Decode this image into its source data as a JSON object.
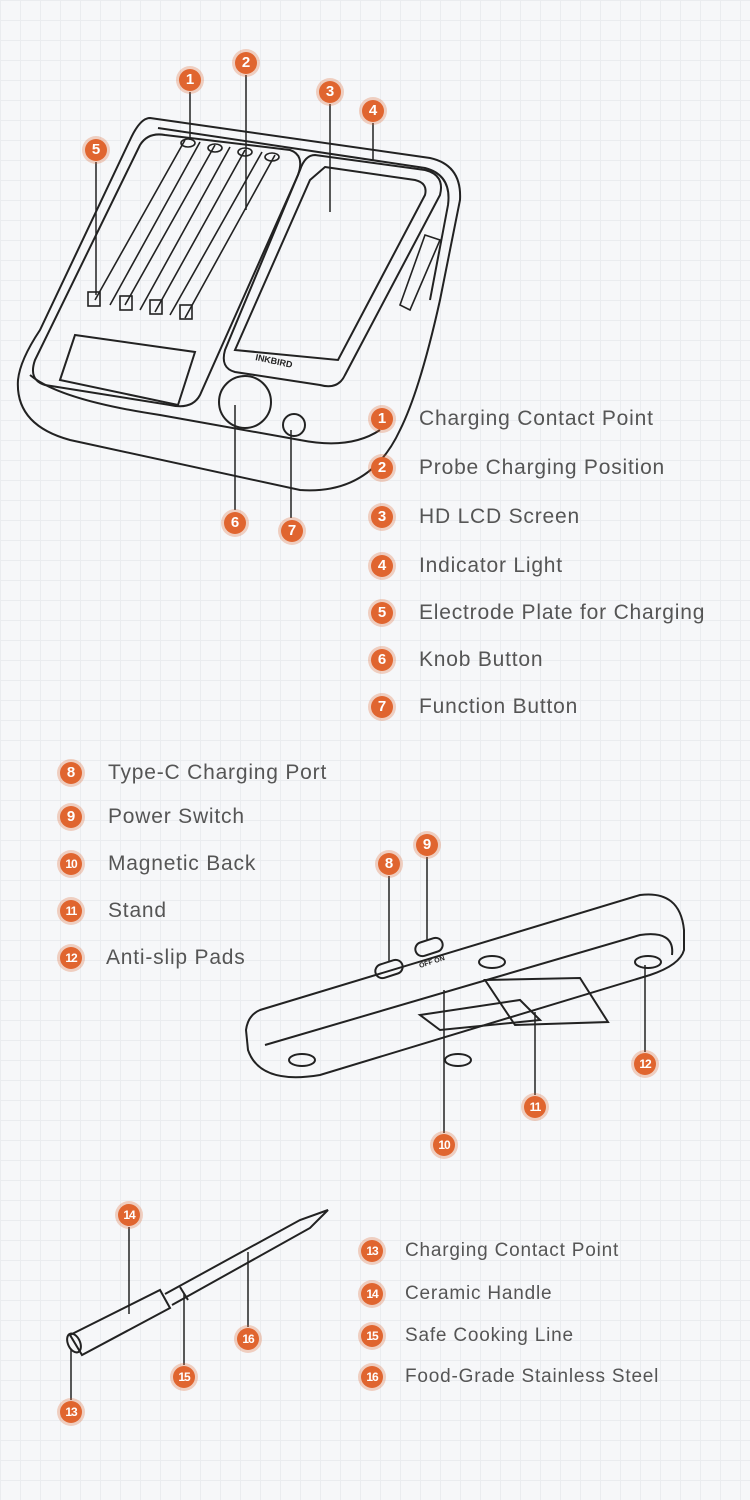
{
  "accent_color": "#e0652f",
  "brand_mark": "INKBIRD",
  "switch_marks": "OFF ON",
  "base_callouts": [
    {
      "num": "1",
      "label": "Charging Contact Point"
    },
    {
      "num": "2",
      "label": "Probe Charging Position"
    },
    {
      "num": "3",
      "label": "HD LCD Screen"
    },
    {
      "num": "4",
      "label": "Indicator Light"
    },
    {
      "num": "5",
      "label": "Electrode Plate for Charging"
    },
    {
      "num": "6",
      "label": "Knob Button"
    },
    {
      "num": "7",
      "label": "Function Button"
    }
  ],
  "back_callouts": [
    {
      "num": "8",
      "label": "Type-C Charging Port"
    },
    {
      "num": "9",
      "label": "Power Switch"
    },
    {
      "num": "10",
      "label": "Magnetic Back"
    },
    {
      "num": "11",
      "label": "Stand"
    },
    {
      "num": "12",
      "label": "Anti-slip Pads"
    }
  ],
  "probe_callouts": [
    {
      "num": "13",
      "label": "Charging Contact Point"
    },
    {
      "num": "14",
      "label": "Ceramic Handle"
    },
    {
      "num": "15",
      "label": "Safe Cooking Line"
    },
    {
      "num": "16",
      "label": "Food-Grade Stainless Steel"
    }
  ]
}
